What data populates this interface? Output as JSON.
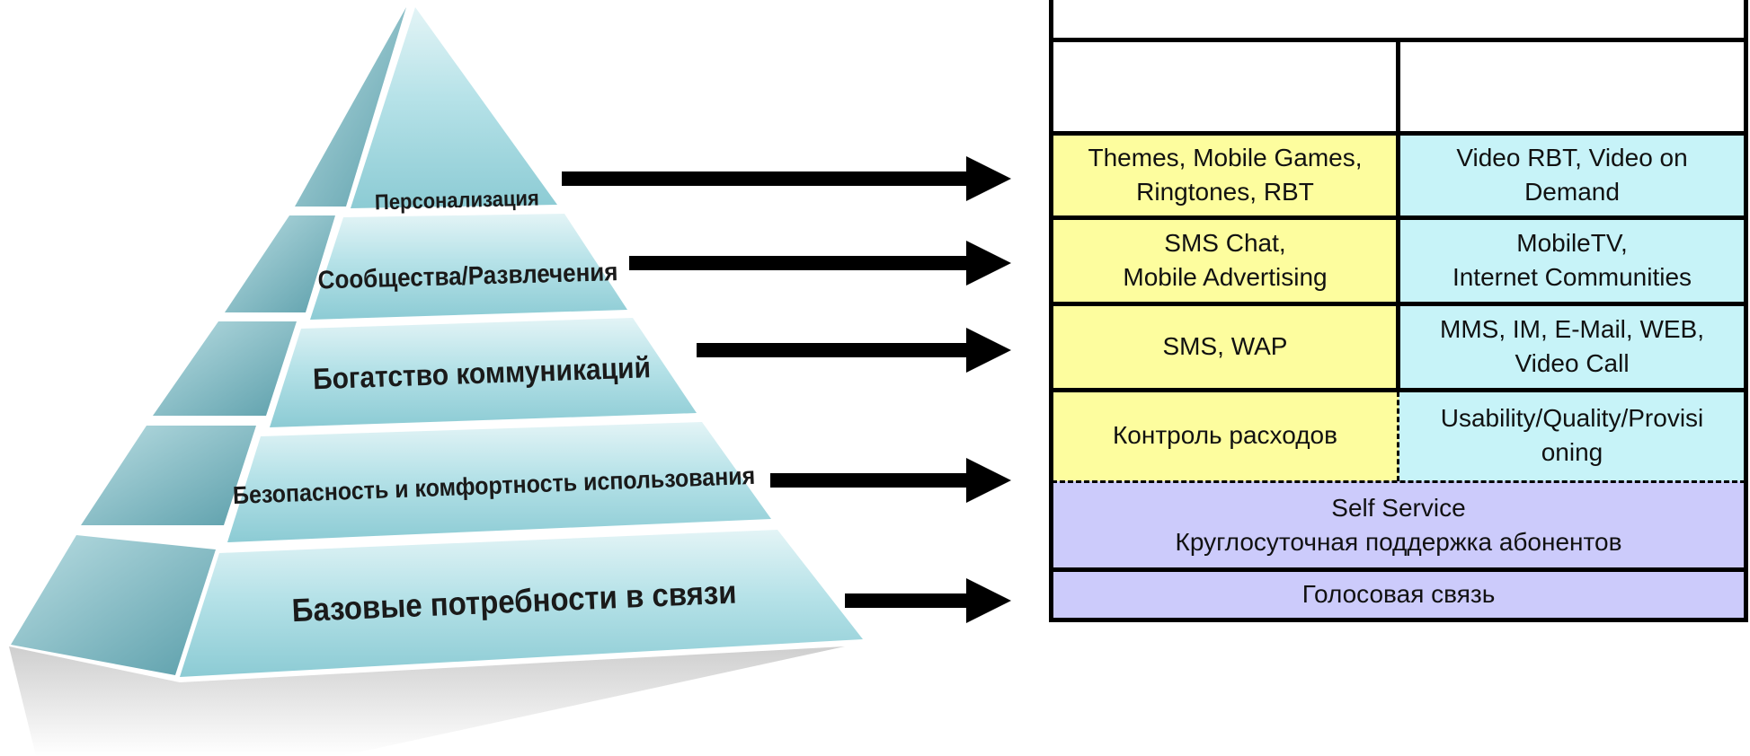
{
  "pyramid": {
    "levels": [
      "Персонализация",
      "Сообщества/Развлечения",
      "Богатство коммуникаций",
      "Безопасность и комфортность использования",
      "Базовые потребности в связи"
    ],
    "colors": {
      "front": "#9fd6de",
      "front_top": "#d7f0f3",
      "side": "#5fa8b4",
      "shadow": "#cfcfcf"
    }
  },
  "table": {
    "header_row": [
      "",
      ""
    ],
    "top_row": [
      ""
    ],
    "rows": [
      {
        "left": [
          "Themes, Mobile Games,",
          "Ringtones, RBT"
        ],
        "right": [
          "Video RBT, Video on",
          "Demand"
        ]
      },
      {
        "left": [
          "SMS Chat,",
          "Mobile Advertising"
        ],
        "right": [
          "MobileTV,",
          "Internet Communities"
        ]
      },
      {
        "left": [
          "SMS, WAP"
        ],
        "right": [
          "MMS, IM, E-Mail, WEB,",
          "Video Call"
        ]
      },
      {
        "left": [
          "Контроль расходов"
        ],
        "right": [
          "Usability/Quality/Provisi",
          "oning"
        ]
      }
    ],
    "full_rows": [
      [
        "Self Service",
        "Круглосуточная поддержка абонентов"
      ],
      [
        "Голосовая связь"
      ]
    ],
    "colors": {
      "yellow": "#fdfd9e",
      "cyan": "#c7f3f8",
      "violet": "#cccbfb"
    }
  }
}
